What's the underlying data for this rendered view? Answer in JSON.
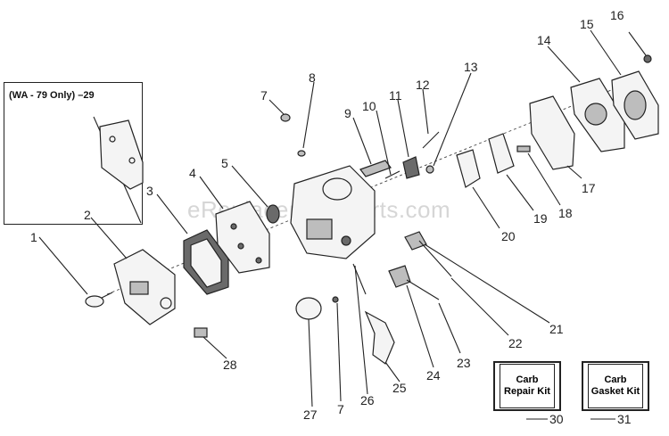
{
  "diagram": {
    "variant_label": "(WA - 79 Only) –29",
    "watermark": "eReplacementParts.com",
    "kits": [
      {
        "label": "Carb\nRepair Kit",
        "number": "30"
      },
      {
        "label": "Carb\nGasket Kit",
        "number": "31"
      }
    ],
    "callouts": [
      "1",
      "2",
      "3",
      "4",
      "5",
      "7",
      "8",
      "9",
      "10",
      "11",
      "12",
      "13",
      "14",
      "15",
      "16",
      "17",
      "18",
      "19",
      "20",
      "21",
      "22",
      "23",
      "24",
      "25",
      "26",
      "27",
      "7",
      "28"
    ]
  }
}
